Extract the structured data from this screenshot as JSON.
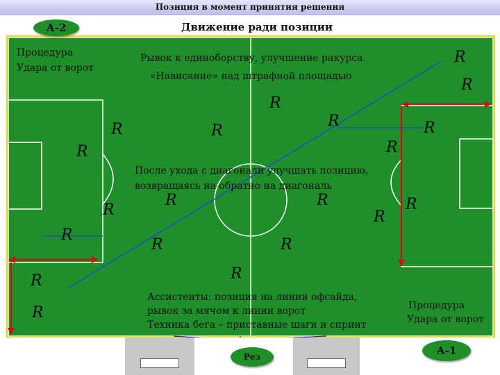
{
  "header": {
    "title": "Позиция в момент принятия решения",
    "subtitle": "Движение ради позиции",
    "badge_left": "А-2"
  },
  "texts": {
    "proc_left_1": "Процедура",
    "proc_left_2": "Удара от ворот",
    "dash_1": "Рывок к единоборству, улучшение ракурса",
    "dash_2": "«Нависание» над штрафной площадью",
    "after_1": "После ухода с диагонали улучшать позицию,",
    "after_2": "возвращаясь на обратно на диагональ",
    "assist_1": "Ассистенты: позиция на линии офсайда,",
    "assist_2": "рывок за мячом к линии ворот",
    "assist_3": "Техника бега – приставные шаги и спринт",
    "proc_right_1": "Процедура",
    "proc_right_2": "Удара от ворот"
  },
  "footer": {
    "badge_right": "А-1",
    "res_label": "Рез"
  },
  "referee_mark": "R",
  "colors": {
    "pitch": "#1f8f2a",
    "pitch_border": "#ffd700",
    "lines": "#ffffff",
    "diagonal": "#1f4fbf",
    "arrow_red": "#cc1111",
    "badge": "#1f8f2a"
  }
}
